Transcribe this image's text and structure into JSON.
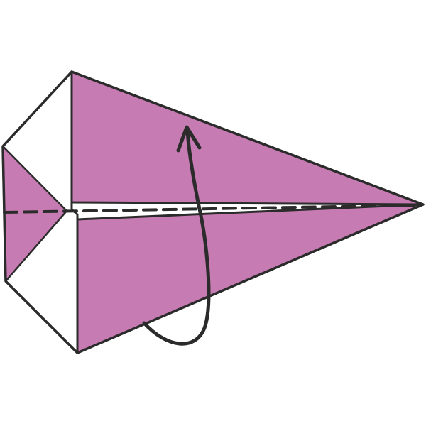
{
  "diagram": {
    "kind": "origami-fold-step",
    "instruction_text": "",
    "fold_line_style": "valley-fold-dashed",
    "arrow_direction": "fold-bottom-flap-up-behind",
    "colors": {
      "paper_colored_side": "#c77bb3",
      "paper_white_side": "#ffffff",
      "outline": "#2b2b2b",
      "background": "#ffffff"
    }
  }
}
